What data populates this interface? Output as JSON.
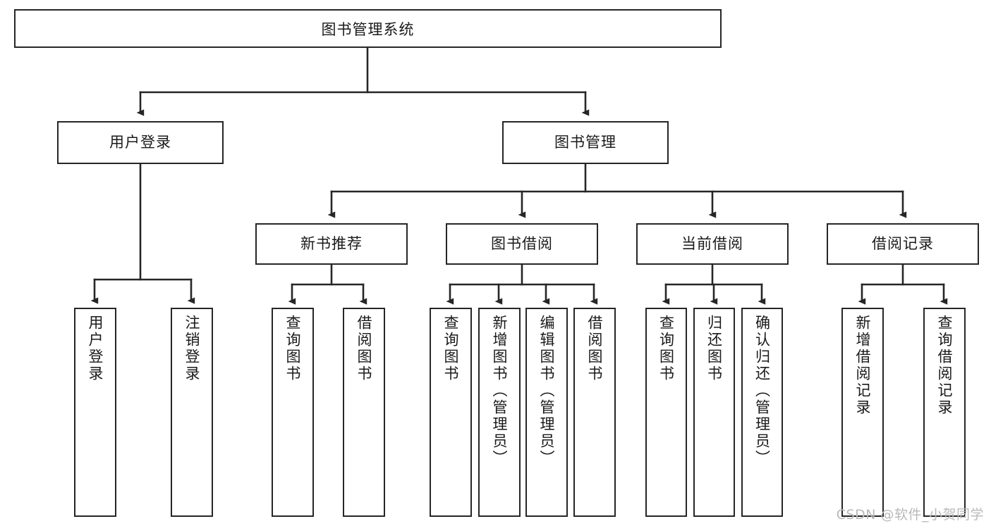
{
  "diagram": {
    "type": "tree-hierarchy",
    "title": "图书管理系统",
    "watermark": "CSDN @软件_小贺同学",
    "colors": {
      "stroke": "#262626",
      "text": "#1a1a1a",
      "background": "#ffffff",
      "watermark": "#b9b9b9"
    },
    "levels": [
      {
        "level": 1,
        "nodes": [
          {
            "id": "root",
            "label": "图书管理系统",
            "orientation": "horizontal"
          }
        ]
      },
      {
        "level": 2,
        "nodes": [
          {
            "id": "user-login",
            "label": "用户登录",
            "orientation": "horizontal",
            "parent": "root"
          },
          {
            "id": "book-manage",
            "label": "图书管理",
            "orientation": "horizontal",
            "parent": "root"
          }
        ]
      },
      {
        "level": 3,
        "nodes": [
          {
            "id": "new-book-rec",
            "label": "新书推荐",
            "orientation": "horizontal",
            "parent": "book-manage"
          },
          {
            "id": "book-borrow",
            "label": "图书借阅",
            "orientation": "horizontal",
            "parent": "book-manage"
          },
          {
            "id": "current-borrow",
            "label": "当前借阅",
            "orientation": "horizontal",
            "parent": "book-manage"
          },
          {
            "id": "borrow-record",
            "label": "借阅记录",
            "orientation": "horizontal",
            "parent": "book-manage"
          }
        ]
      },
      {
        "level": 4,
        "nodes": [
          {
            "id": "leaf-user-login",
            "label": "用户登录",
            "orientation": "vertical",
            "parent": "user-login"
          },
          {
            "id": "leaf-logout",
            "label": "注销登录",
            "orientation": "vertical",
            "parent": "user-login"
          },
          {
            "id": "leaf-query-book-1",
            "label": "查询图书",
            "orientation": "vertical",
            "parent": "new-book-rec"
          },
          {
            "id": "leaf-borrow-book-1",
            "label": "借阅图书",
            "orientation": "vertical",
            "parent": "new-book-rec"
          },
          {
            "id": "leaf-query-book-2",
            "label": "查询图书",
            "orientation": "vertical",
            "parent": "book-borrow"
          },
          {
            "id": "leaf-add-book",
            "label": "新增图书（管理员）",
            "orientation": "vertical",
            "parent": "book-borrow"
          },
          {
            "id": "leaf-edit-book",
            "label": "编辑图书（管理员）",
            "orientation": "vertical",
            "parent": "book-borrow"
          },
          {
            "id": "leaf-borrow-book-2",
            "label": "借阅图书",
            "orientation": "vertical",
            "parent": "book-borrow"
          },
          {
            "id": "leaf-query-book-3",
            "label": "查询图书",
            "orientation": "vertical",
            "parent": "current-borrow"
          },
          {
            "id": "leaf-return-book",
            "label": "归还图书",
            "orientation": "vertical",
            "parent": "current-borrow"
          },
          {
            "id": "leaf-confirm-return",
            "label": "确认归还（管理员）",
            "orientation": "vertical",
            "parent": "current-borrow"
          },
          {
            "id": "leaf-add-record",
            "label": "新增借阅记录",
            "orientation": "vertical",
            "parent": "borrow-record"
          },
          {
            "id": "leaf-query-record",
            "label": "查询借阅记录",
            "orientation": "vertical",
            "parent": "borrow-record"
          }
        ]
      }
    ]
  }
}
